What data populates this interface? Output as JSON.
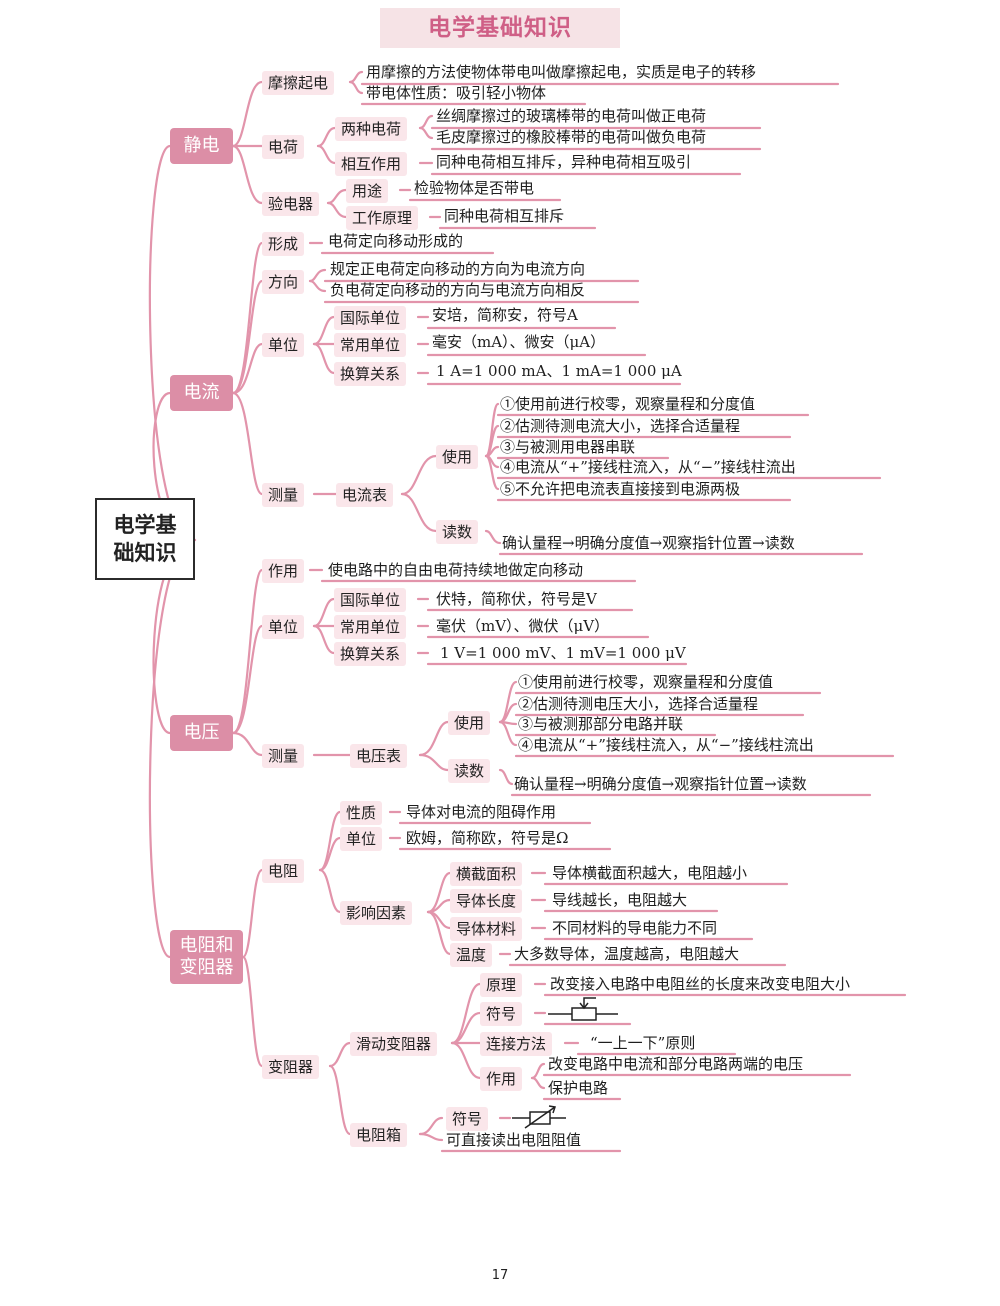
{
  "title": "电学基础知识",
  "root": "电学基础知识",
  "page_number": "17",
  "colors": {
    "branch": "#e294ab",
    "label_bg": "#fae6ea",
    "main_fill": "#dc8ea6"
  },
  "static": {
    "label": "静电",
    "friction": {
      "label": "摩擦起电",
      "l1": "用摩擦的方法使物体带电叫做摩擦起电，实质是电子的转移",
      "l2": "带电体性质：吸引轻小物体"
    },
    "charge": {
      "label": "电荷",
      "two": {
        "label": "两种电荷",
        "l1": "丝绸摩擦过的玻璃棒带的电荷叫做正电荷",
        "l2": "毛皮摩擦过的橡胶棒带的电荷叫做负电荷"
      },
      "mutual": {
        "label": "相互作用",
        "text": "同种电荷相互排斥，异种电荷相互吸引"
      }
    },
    "electroscope": {
      "label": "验电器",
      "use": {
        "label": "用途",
        "text": "检验物体是否带电"
      },
      "principle": {
        "label": "工作原理",
        "text": "同种电荷相互排斥"
      }
    }
  },
  "current": {
    "label": "电流",
    "form": {
      "label": "形成",
      "text": "电荷定向移动形成的"
    },
    "dir": {
      "label": "方向",
      "l1": "规定正电荷定向移动的方向为电流方向",
      "l2": "负电荷定向移动的方向与电流方向相反"
    },
    "unit": {
      "label": "单位",
      "intl": {
        "label": "国际单位",
        "text": "安培，简称安，符号A"
      },
      "common": {
        "label": "常用单位",
        "text": "毫安（mA）、微安（μA）"
      },
      "conv": {
        "label": "换算关系",
        "text": "1 A=1 000 mA、1 mA=1 000 μA"
      }
    },
    "measure": {
      "label": "测量",
      "meter": "电流表",
      "use": {
        "label": "使用",
        "items": [
          "①使用前进行校零，观察量程和分度值",
          "②估测待测电流大小，选择合适量程",
          "③与被测用电器串联",
          "④电流从“+”接线柱流入，从“−”接线柱流出",
          "⑤不允许把电流表直接接到电源两极"
        ]
      },
      "read": {
        "label": "读数",
        "text": "确认量程→明确分度值→观察指针位置→读数"
      }
    }
  },
  "voltage": {
    "label": "电压",
    "role": {
      "label": "作用",
      "text": "使电路中的自由电荷持续地做定向移动"
    },
    "unit": {
      "label": "单位",
      "intl": {
        "label": "国际单位",
        "text": "伏特，简称伏，符号是V"
      },
      "common": {
        "label": "常用单位",
        "text": "毫伏（mV）、微伏（μV）"
      },
      "conv": {
        "label": "换算关系",
        "text": "1 V=1 000 mV、1 mV=1 000 μV"
      }
    },
    "measure": {
      "label": "测量",
      "meter": "电压表",
      "use": {
        "label": "使用",
        "items": [
          "①使用前进行校零，观察量程和分度值",
          "②估测待测电压大小，选择合适量程",
          "③与被测那部分电路并联",
          "④电流从“+”接线柱流入，从“−”接线柱流出"
        ]
      },
      "read": {
        "label": "读数",
        "text": "确认量程→明确分度值→观察指针位置→读数"
      }
    }
  },
  "resistance": {
    "label": "电阻和变阻器",
    "resistor": {
      "label": "电阻",
      "nature": {
        "label": "性质",
        "text": "导体对电流的阻碍作用"
      },
      "unit": {
        "label": "单位",
        "text": "欧姆，简称欧，符号是Ω"
      },
      "factors": {
        "label": "影响因素",
        "area": {
          "label": "横截面积",
          "text": "导体横截面积越大，电阻越小"
        },
        "length": {
          "label": "导体长度",
          "text": "导线越长，电阻越大"
        },
        "material": {
          "label": "导体材料",
          "text": "不同材料的导电能力不同"
        },
        "temp": {
          "label": "温度",
          "text": "大多数导体，温度越高，电阻越大"
        }
      }
    },
    "rheostat": {
      "label": "变阻器",
      "slide": {
        "label": "滑动变阻器",
        "principle": {
          "label": "原理",
          "text": "改变接入电路中电阻丝的长度来改变电阻大小"
        },
        "symbol": {
          "label": "符号"
        },
        "connect": {
          "label": "连接方法",
          "text": "“一上一下”原则"
        },
        "effect": {
          "label": "作用",
          "l1": "改变电路中电流和部分电路两端的电压",
          "l2": "保护电路"
        }
      },
      "box": {
        "label": "电阻箱",
        "symbol": "符号",
        "text": "可直接读出电阻阻值"
      }
    }
  }
}
